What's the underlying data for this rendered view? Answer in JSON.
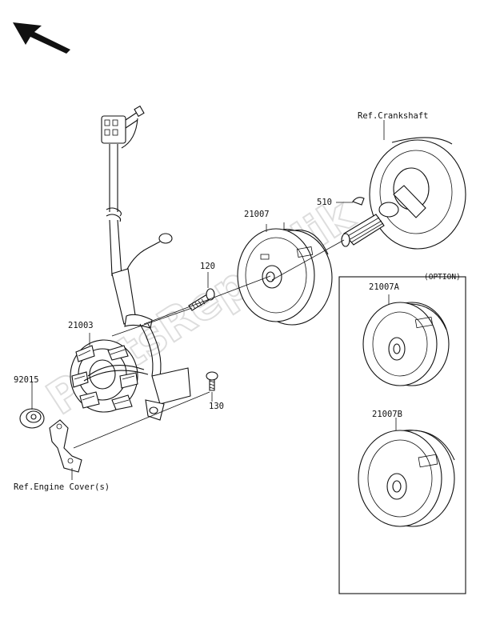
{
  "labels": {
    "ref_crankshaft": "Ref.Crankshaft",
    "ref_engine_cover": "Ref.Engine Cover(s)",
    "option": "(OPTION)",
    "p510": "510",
    "p21007": "21007",
    "p120": "120",
    "p21003": "21003",
    "p92015": "92015",
    "p130": "130",
    "p21007A": "21007A",
    "p21007B": "21007B"
  },
  "watermark": "PartsRepublik"
}
